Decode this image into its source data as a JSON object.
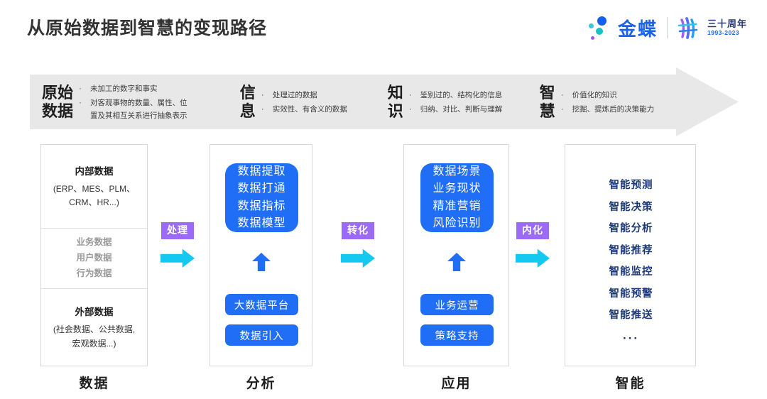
{
  "header": {
    "title": "从原始数据到智慧的变现路径",
    "brand": {
      "name": "金蝶",
      "anniversary_cn": "三十周年",
      "anniversary_years": "1993-2023"
    }
  },
  "band": {
    "bullet": "·",
    "stages": [
      {
        "term": "原始\n数据",
        "term_line1": "原始",
        "term_line2": "数据",
        "items": [
          "未加工的数字和事实",
          "对客观事物的数量、属性、位",
          "置及其相互关系进行抽象表示"
        ]
      },
      {
        "term_line1": "信",
        "term_line2": "息",
        "items": [
          "处理过的数据",
          "实效性、有含义的数据"
        ]
      },
      {
        "term_line1": "知",
        "term_line2": "识",
        "items": [
          "鉴别过的、结构化的信息",
          "归纳、对比、判断与理解"
        ]
      },
      {
        "term_line1": "智",
        "term_line2": "慧",
        "items": [
          "价值化的知识",
          "挖掘、提炼后的决策能力"
        ]
      }
    ]
  },
  "columns": {
    "data": {
      "foot_label": "数据",
      "internal_title": "内部数据",
      "internal_sub_line1": "(ERP、MES、PLM、",
      "internal_sub_line2": "CRM、HR...)",
      "middle": [
        "业务数据",
        "用户数据",
        "行为数据"
      ],
      "external_title": "外部数据",
      "external_sub_line1": "(社会数据、公共数据,",
      "external_sub_line2": "宏观数据...)"
    },
    "analysis": {
      "foot_label": "分析",
      "card": [
        "数据提取",
        "数据打通",
        "数据指标",
        "数据模型"
      ],
      "pills": [
        "大数据平台",
        "数据引入"
      ]
    },
    "application": {
      "foot_label": "应用",
      "card": [
        "数据场景",
        "业务现状",
        "精准营销",
        "风险识别"
      ],
      "pills": [
        "业务运营",
        "策略支持"
      ]
    },
    "intelligence": {
      "foot_label": "智能",
      "items": [
        "智能预测",
        "智能决策",
        "智能分析",
        "智能推荐",
        "智能监控",
        "智能预警",
        "智能推送"
      ],
      "ellipsis": "···"
    }
  },
  "connectors": [
    {
      "label": "处理"
    },
    {
      "label": "转化"
    },
    {
      "label": "内化"
    }
  ],
  "colors": {
    "blue": "#1f6ef5",
    "purple": "#9b6bf5",
    "cyan": "#14c8f0",
    "navy": "#1c3a77",
    "band_gray": "#e8e8e8"
  }
}
